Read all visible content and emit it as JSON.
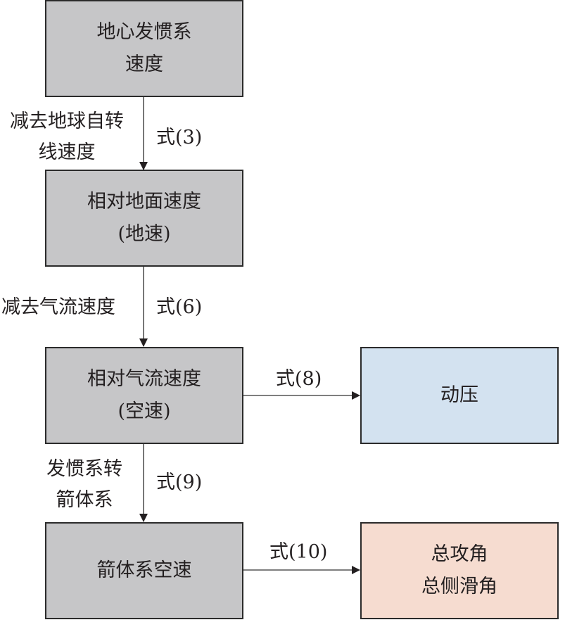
{
  "nodes": {
    "inertial_velocity": {
      "line1": "地心发惯系",
      "line2": "速度"
    },
    "ground_velocity": {
      "line1": "相对地面速度",
      "line2": "(地速)"
    },
    "air_velocity": {
      "line1": "相对气流速度",
      "line2": "(空速)"
    },
    "body_air_velocity": {
      "line1": "箭体系空速"
    },
    "dynamic_pressure": {
      "line1": "动压"
    },
    "angles": {
      "line1": "总攻角",
      "line2": "总侧滑角"
    }
  },
  "edges": {
    "e1": {
      "desc_line1": "减去地球自转",
      "desc_line2": "线速度",
      "formula": "式(3)"
    },
    "e2": {
      "desc_line1": "减去气流速度",
      "formula": "式(6)"
    },
    "e3": {
      "desc_line1": "发惯系转",
      "desc_line2": "箭体系",
      "formula": "式(9)"
    },
    "e4": {
      "formula": "式(8)"
    },
    "e5": {
      "formula": "式(10)"
    }
  },
  "colors": {
    "process_fill": "#c6c6c8",
    "pressure_fill": "#d3e2f0",
    "angles_fill": "#f6dcd0",
    "stroke": "#2b2b2b"
  }
}
